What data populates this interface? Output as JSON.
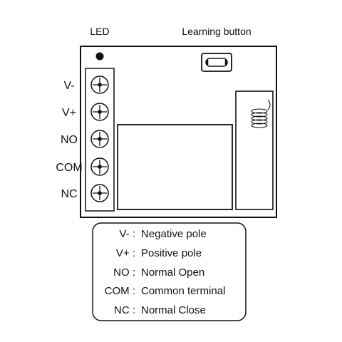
{
  "labels": {
    "led": "LED",
    "learning_button": "Learning button"
  },
  "terminals": [
    "V-",
    "V+",
    "NO",
    "COM",
    "NC"
  ],
  "legend": [
    {
      "key": "V- :",
      "desc": "Negative pole"
    },
    {
      "key": "V+ :",
      "desc": "Positive pole"
    },
    {
      "key": "NO :",
      "desc": "Normal Open"
    },
    {
      "key": "COM :",
      "desc": "Common terminal"
    },
    {
      "key": "NC :",
      "desc": "Normal Close"
    }
  ],
  "colors": {
    "stroke": "#111111",
    "background": "#ffffff"
  },
  "icons": {
    "terminal": "screw-terminal-icon",
    "led": "led-dot-icon",
    "button": "push-button-icon",
    "antenna": "coil-antenna-icon"
  }
}
